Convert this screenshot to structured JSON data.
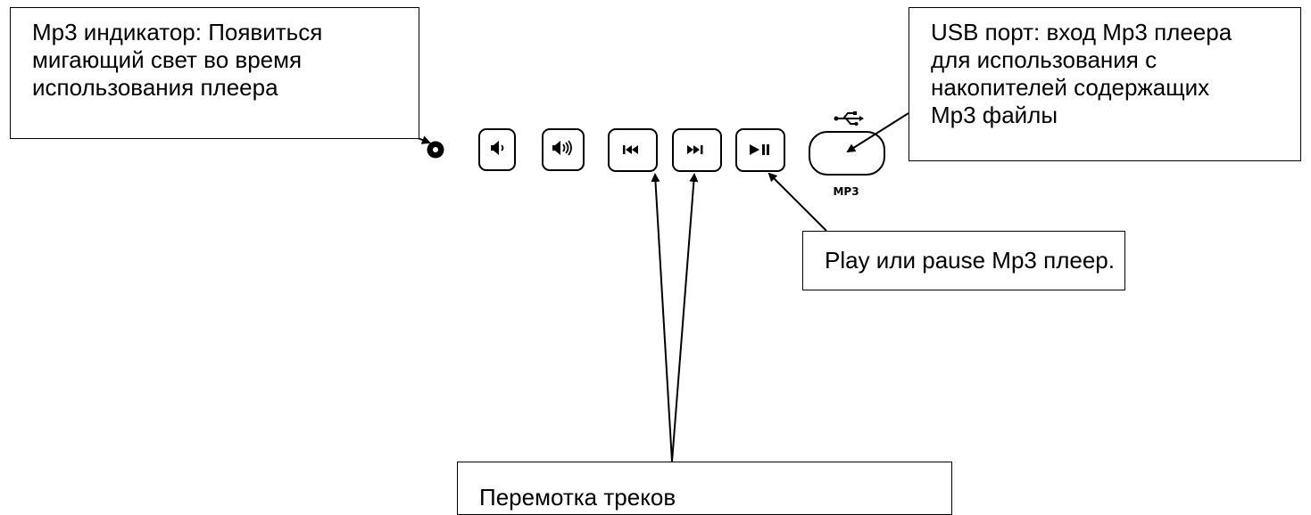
{
  "callouts": {
    "indicator": {
      "lines": [
        "Mp3 индикатор: Появиться",
        "мигающий свет во время",
        "использования плеера"
      ]
    },
    "usb": {
      "lines": [
        "USB порт: вход Mp3 плеера",
        "для использования с",
        "накопителей содержащих",
        "Mp3 файлы"
      ]
    },
    "play": {
      "lines": [
        "Play или pause Mp3 плеер."
      ]
    },
    "tracks": {
      "lines": [
        "Перемотка треков"
      ]
    }
  },
  "panel": {
    "usb_port_label": "MP3",
    "buttons": [
      {
        "id": "volume-down",
        "icon": "volume-low-icon"
      },
      {
        "id": "volume-up",
        "icon": "volume-high-icon"
      },
      {
        "id": "previous-track",
        "icon": "previous-track-icon"
      },
      {
        "id": "next-track",
        "icon": "next-track-icon"
      },
      {
        "id": "play-pause",
        "icon": "play-pause-icon"
      }
    ],
    "colors": {
      "ink": "#000000",
      "background": "#ffffff"
    }
  }
}
